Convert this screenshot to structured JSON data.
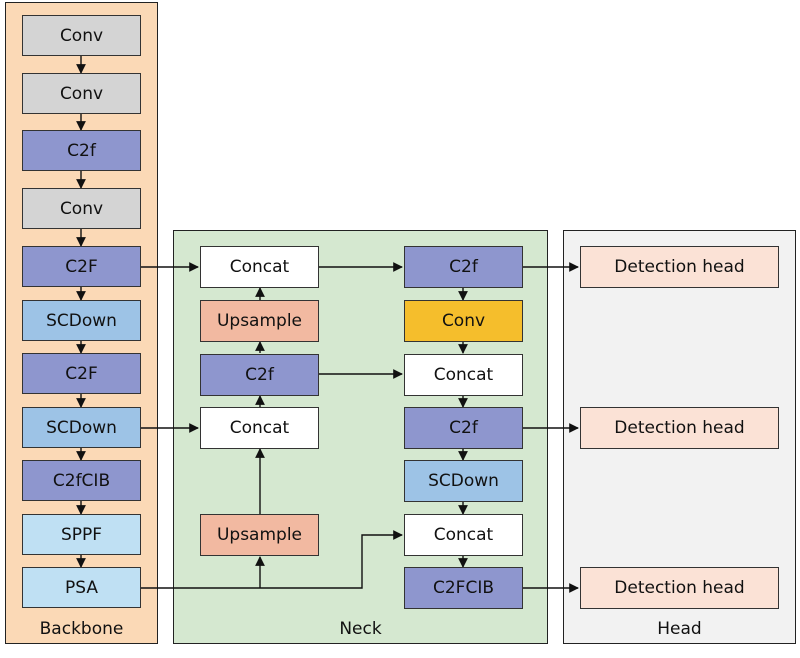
{
  "colors": {
    "backbone_bg": "#fbd9b6",
    "neck_bg": "#d5e8d0",
    "head_bg": "#f2f2f2",
    "conv_gray": "#d4d4d4",
    "c2f_purple": "#8e96ce",
    "scdown_blue": "#9dc3e6",
    "sppf_lightblue": "#bfe0f3",
    "concat_white": "#ffffff",
    "upsample_salmon": "#f2b9a1",
    "conv_orange": "#f5be2c",
    "detection_head_pink": "#fbe2d6"
  },
  "panels": {
    "backbone": "Backbone",
    "neck": "Neck",
    "head": "Head"
  },
  "backbone": {
    "conv1": "Conv",
    "conv2": "Conv",
    "c2f1": "C2f",
    "conv3": "Conv",
    "c2f2": "C2F",
    "scdown1": "SCDown",
    "c2f3": "C2F",
    "scdown2": "SCDown",
    "c2fcib": "C2fCIB",
    "sppf": "SPPF",
    "psa": "PSA"
  },
  "neck": {
    "concat_top_left": "Concat",
    "upsample_top": "Upsample",
    "c2f_left": "C2f",
    "concat_mid_left": "Concat",
    "upsample_bottom": "Upsample",
    "c2f_top_right": "C2f",
    "conv_right": "Conv",
    "concat_mid_right": "Concat",
    "c2f_mid_right": "C2f",
    "scdown_right": "SCDown",
    "concat_bottom_right": "Concat",
    "c2fcib_right": "C2FCIB"
  },
  "head": {
    "detection1": "Detection head",
    "detection2": "Detection head",
    "detection3": "Detection head"
  }
}
